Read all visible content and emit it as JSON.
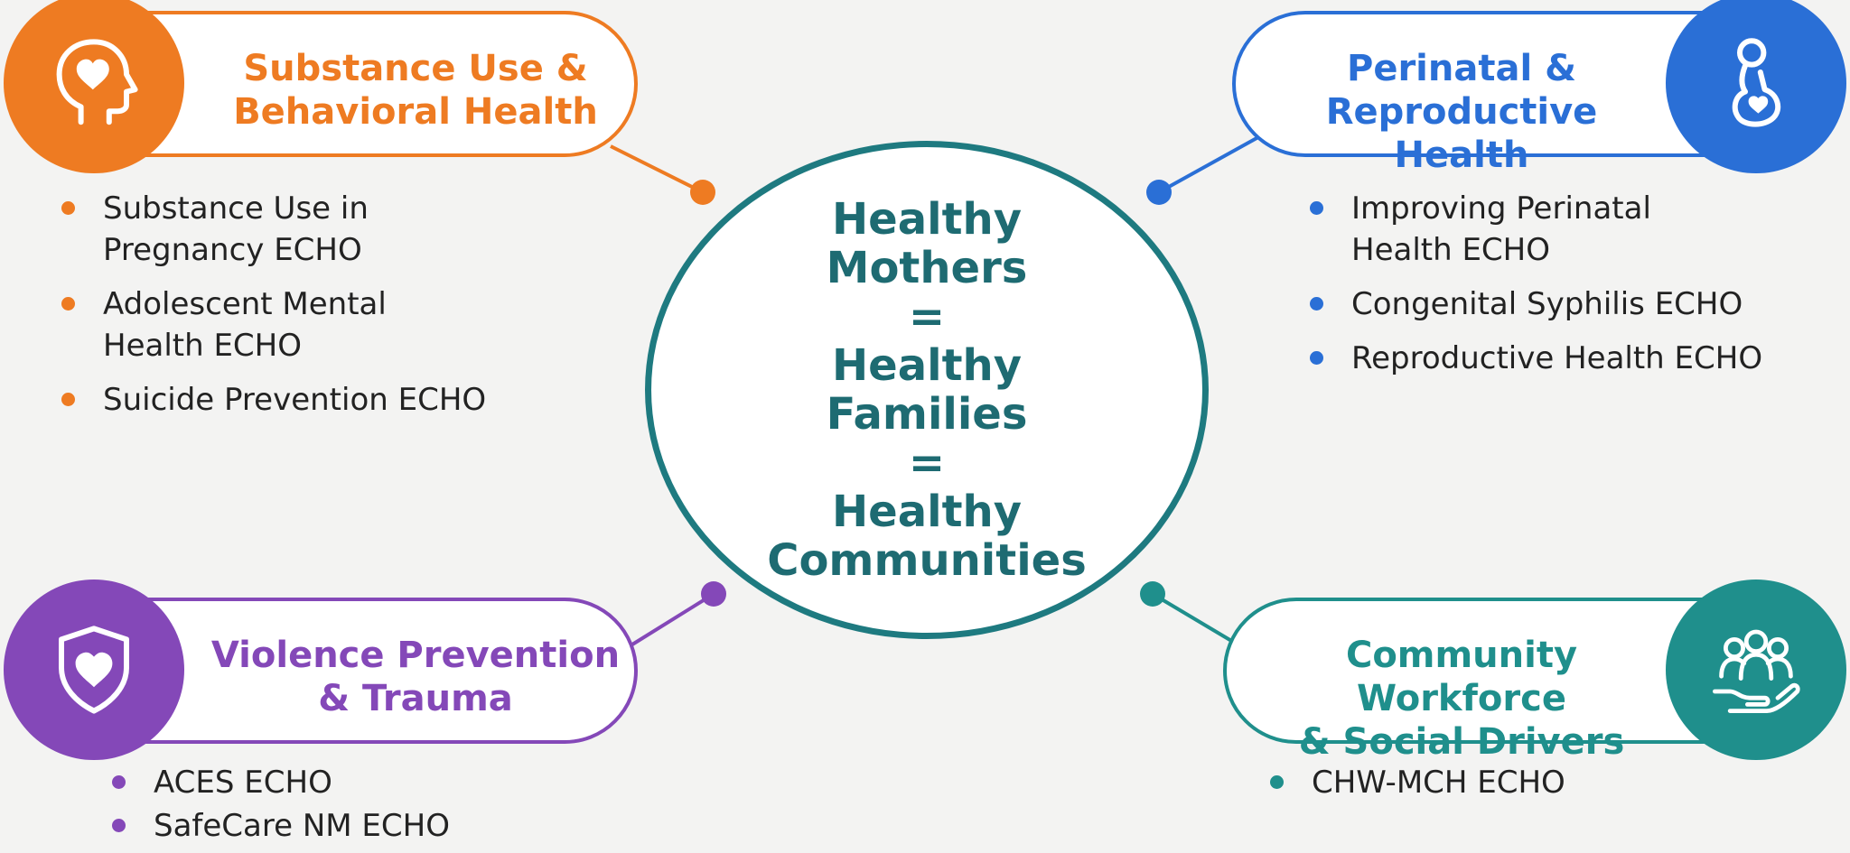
{
  "colors": {
    "orange": "#ee7b22",
    "blue": "#2a6fd6",
    "purple": "#8448b8",
    "teal": "#1f8f8c",
    "center_ring": "#1e7a80",
    "center_text": "#1e6b72"
  },
  "center": {
    "lines": [
      "Healthy",
      "Mothers",
      "=",
      "Healthy",
      "Families",
      "=",
      "Healthy",
      "Communities"
    ]
  },
  "topics": {
    "substance": {
      "title_lines": [
        "Substance Use &",
        "Behavioral Health"
      ],
      "icon": "head-heart-icon",
      "items": [
        "Substance Use in\nPregnancy ECHO",
        "Adolescent Mental\nHealth ECHO",
        "Suicide Prevention ECHO"
      ]
    },
    "perinatal": {
      "title_lines": [
        "Perinatal &",
        "Reproductive Health"
      ],
      "icon": "pregnant-woman-icon",
      "items": [
        "Improving Perinatal\nHealth ECHO",
        "Congenital Syphilis ECHO",
        "Reproductive Health ECHO"
      ]
    },
    "violence": {
      "title_lines": [
        "Violence Prevention",
        "& Trauma"
      ],
      "icon": "shield-heart-icon",
      "items": [
        "ACES ECHO",
        "SafeCare NM ECHO"
      ]
    },
    "community": {
      "title_lines": [
        "Community Workforce",
        "& Social Drivers"
      ],
      "icon": "community-hand-icon",
      "items": [
        "CHW-MCH ECHO"
      ]
    }
  }
}
